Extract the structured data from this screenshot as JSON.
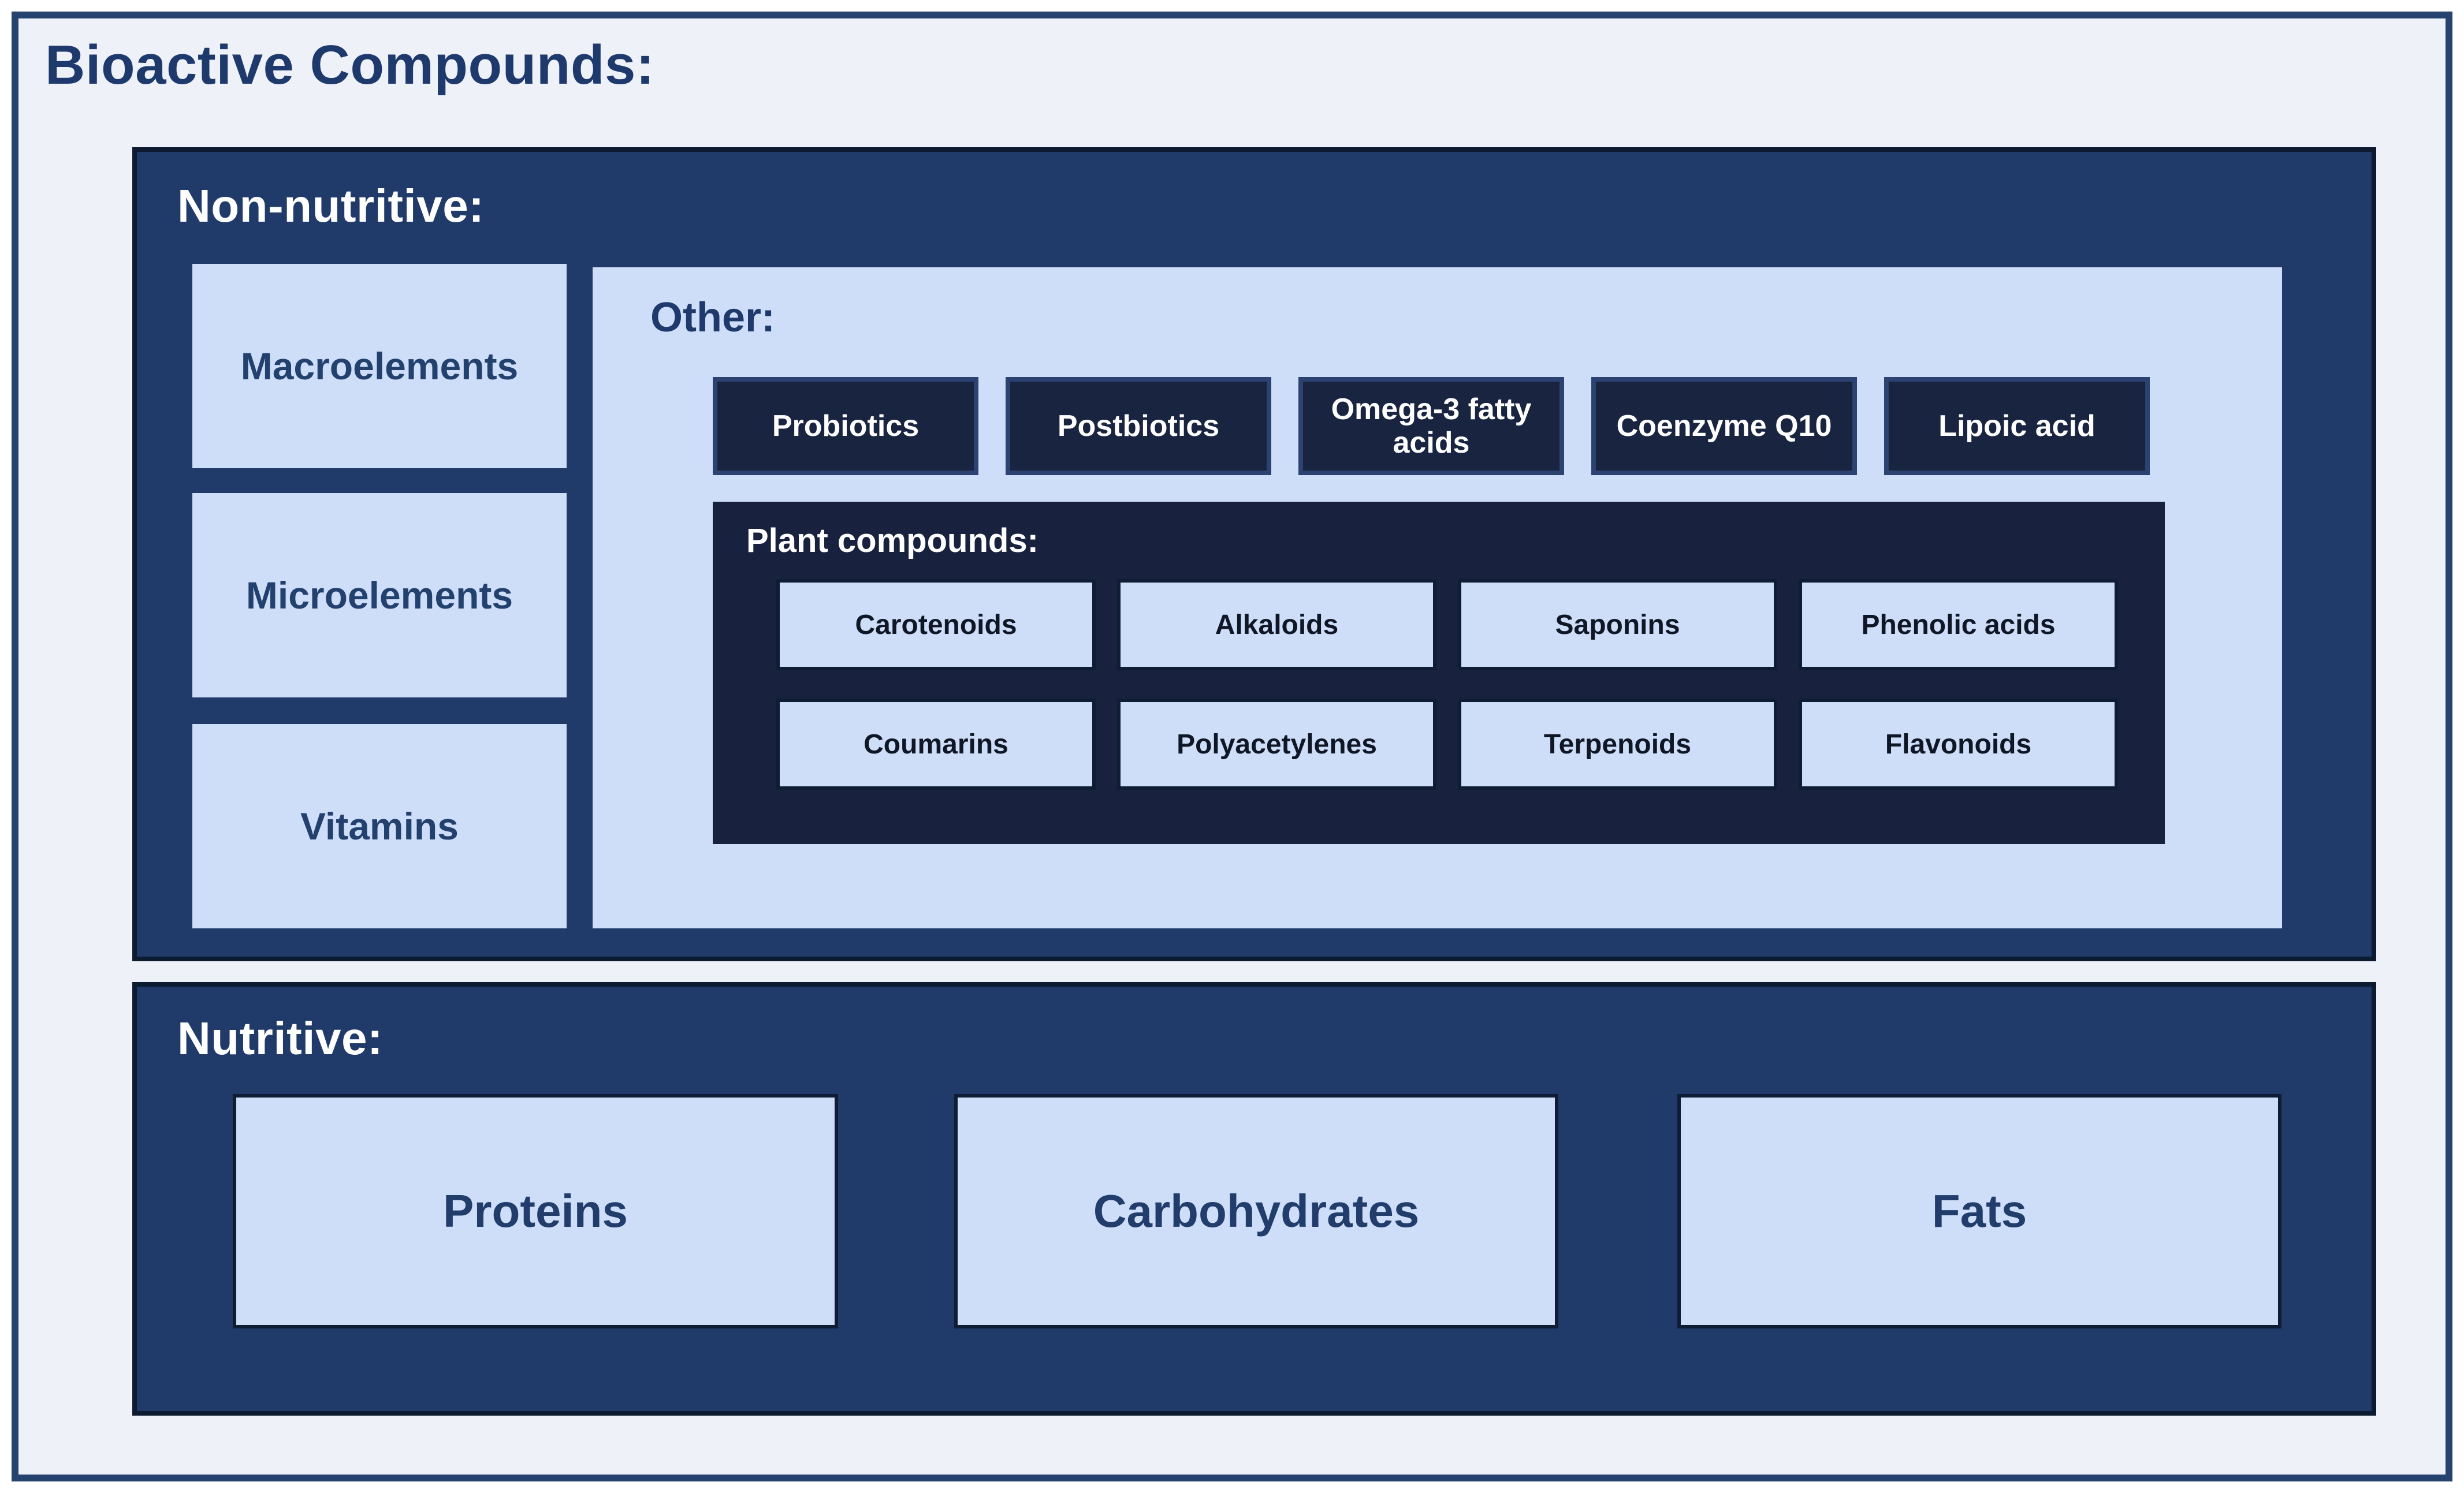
{
  "page": {
    "title": "Bioactive Compounds:"
  },
  "colors": {
    "frame_border": "#26426f",
    "page_background": "#eef1f8",
    "panel_navy": "#203a69",
    "panel_dark_border": "#0c1b2f",
    "light_box": "#cfdef8",
    "dark_chip": "#192440",
    "chip_border": "#2c4270",
    "plant_panel": "#18223e",
    "navy_text": "#1e3a6d",
    "white_text": "#ffffff"
  },
  "non_nutritive": {
    "heading": "Non-nutritive:",
    "minerals": [
      "Macroelements",
      "Microelements",
      "Vitamins"
    ],
    "other": {
      "heading": "Other:",
      "chips": [
        "Probiotics",
        "Postbiotics",
        "Omega-3 fatty acids",
        "Coenzyme Q10",
        "Lipoic acid"
      ],
      "plant": {
        "heading": "Plant compounds:",
        "items": [
          "Carotenoids",
          "Alkaloids",
          "Saponins",
          "Phenolic acids",
          "Coumarins",
          "Polyacetylenes",
          "Terpenoids",
          "Flavonoids"
        ]
      }
    }
  },
  "nutritive": {
    "heading": "Nutritive:",
    "items": [
      "Proteins",
      "Carbohydrates",
      "Fats"
    ]
  }
}
